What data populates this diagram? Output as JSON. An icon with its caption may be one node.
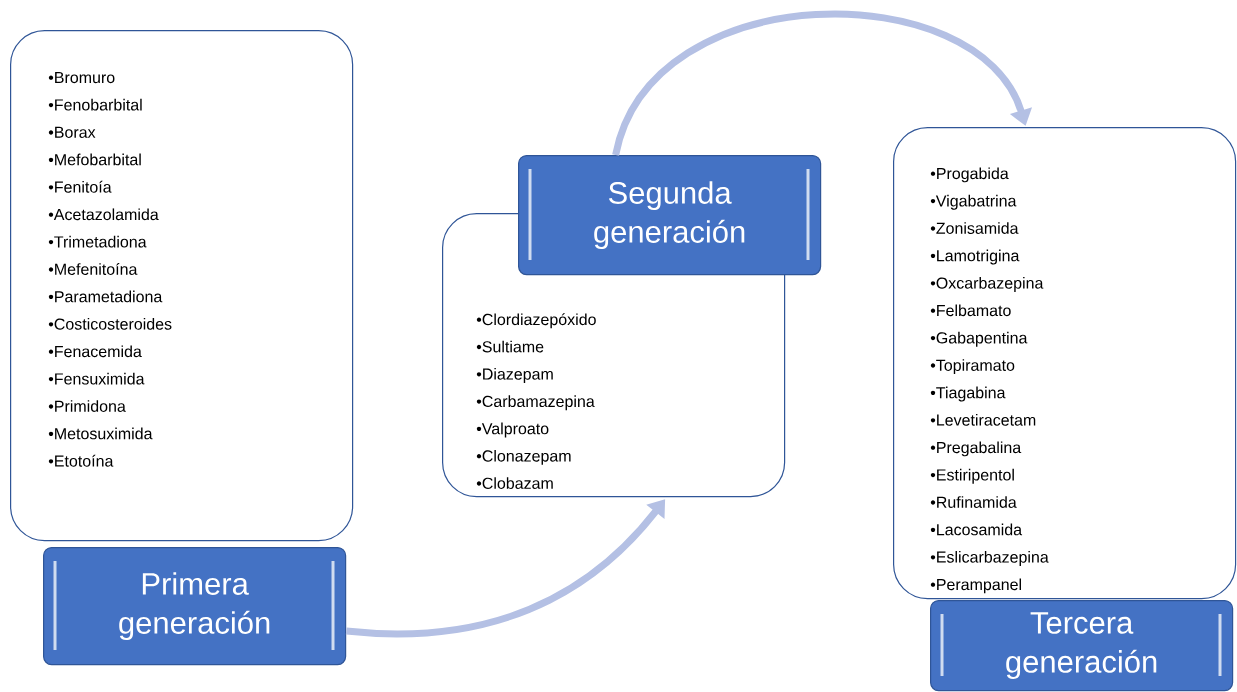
{
  "diagram": {
    "nodes": [
      {
        "text": [
          "•Bromuro",
          "•Fenobarbital",
          "•Borax",
          "•Mefobarbital",
          "•Fenitoía",
          "•Acetazolamida",
          "•Trimetadiona",
          "•Mefenitoína",
          "•Parametadiona",
          "•Costicosteroides",
          "•Fenacemida",
          "•Fensuximida",
          "•Primidona",
          "•Metosuximida",
          "•Etotoína"
        ]
      },
      {
        "text": [
          "Primera generación"
        ]
      },
      {
        "text": [
          "•Clordiazepóxido",
          "•Sultiame",
          "•Diazepam",
          "•Carbamazepina",
          "•Valproato",
          "•Clonazepam",
          "•Clobazam"
        ]
      },
      {
        "text": [
          "Segunda generación"
        ]
      },
      {
        "text": [
          "•Progabida",
          "•Vigabatrina",
          "•Zonisamida",
          "•Lamotrigina",
          "•Oxcarbazepina",
          "•Felbamato",
          "•Gabapentina",
          "•Topiramato",
          "•Tiagabina",
          "•Levetiracetam",
          "•Pregabalina",
          "•Estiripentol",
          "•Rufinamida",
          "•Lacosamida",
          "•Eslicarbazepina",
          "•Perampanel"
        ]
      },
      {
        "text": [
          "Tercera generación"
        ]
      }
    ],
    "edges": [
      {
        "from": 1,
        "to": 2,
        "arrow": "to"
      },
      {
        "from": 3,
        "to": 4,
        "arrow": "to"
      }
    ]
  }
}
